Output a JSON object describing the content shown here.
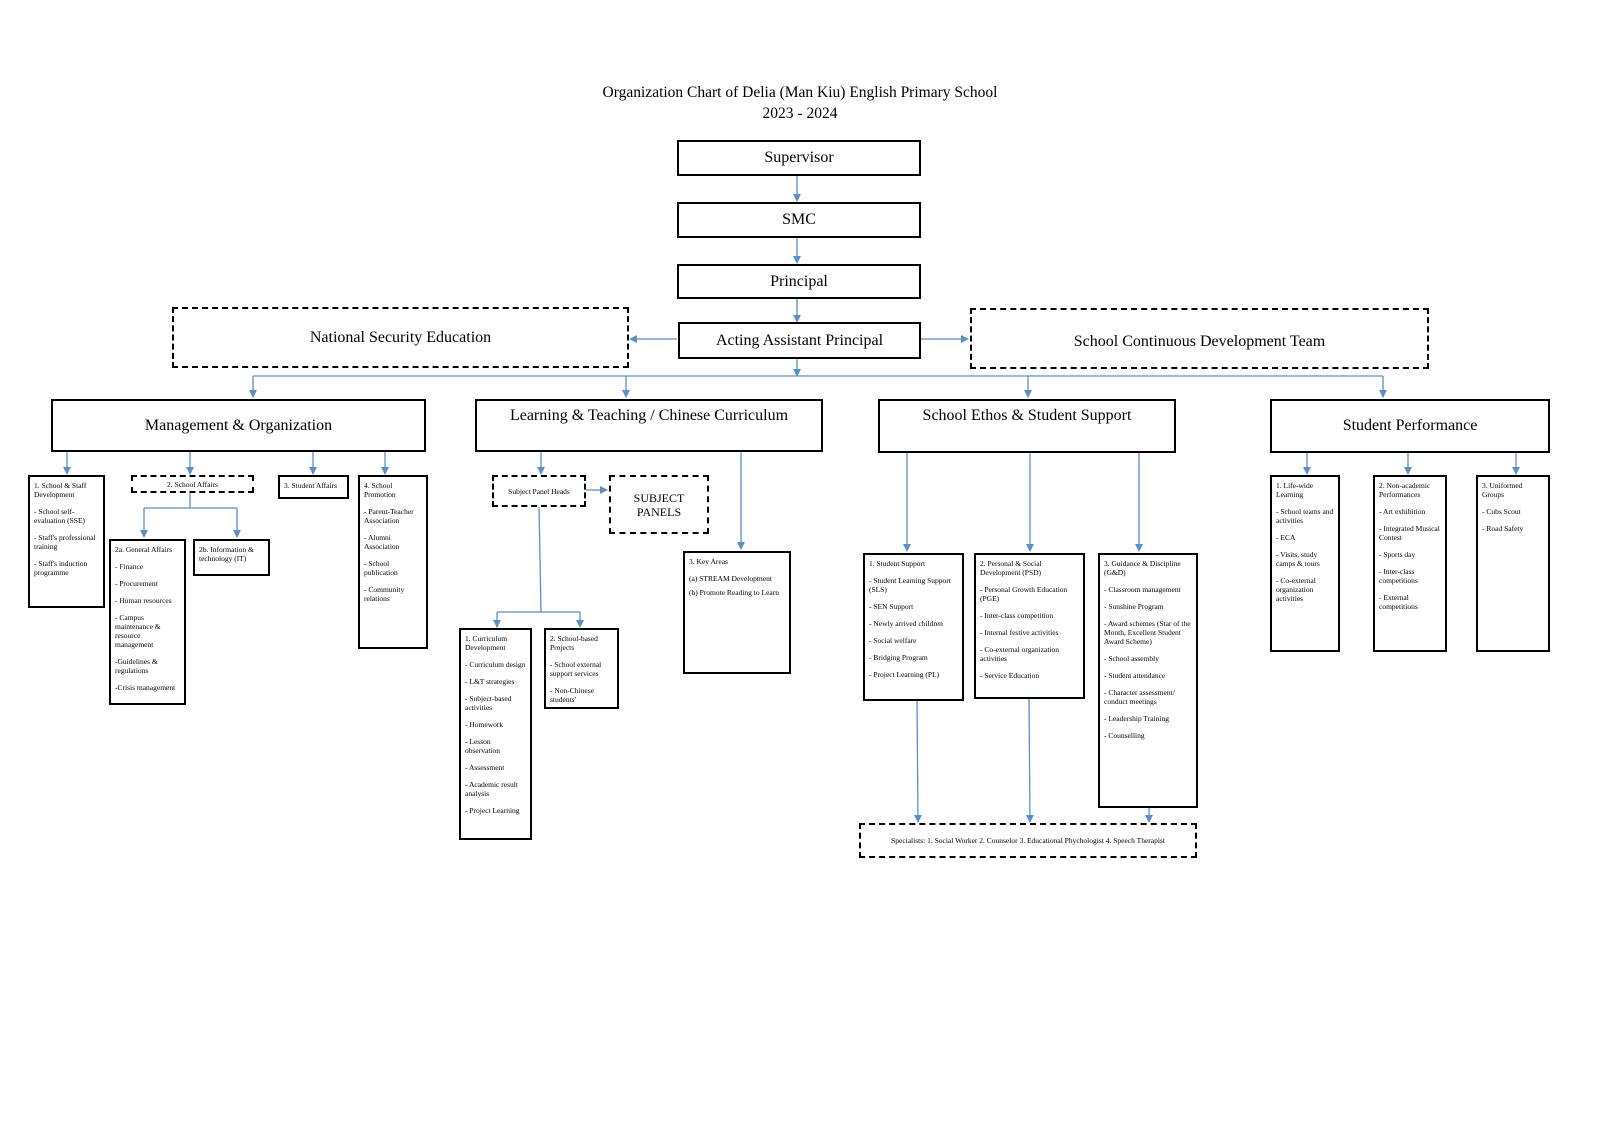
{
  "title": "Organization Chart of Delia (Man Kiu) English Primary School",
  "year": "2023 - 2024",
  "colors": {
    "connector": "#5b8fc7",
    "border": "#000000"
  },
  "top_chain": {
    "supervisor": "Supervisor",
    "smc": "SMC",
    "principal": "Principal",
    "acting_ap": "Acting Assistant Principal",
    "nse": "National Security Education",
    "scdt": "School Continuous Development Team"
  },
  "domains": {
    "mo": "Management & Organization",
    "lt": "Learning & Teaching / Chinese Curriculum",
    "es": "School Ethos & Student Support",
    "sp": "Student Performance"
  },
  "mo": {
    "ssd": {
      "head": "1. School & Staff Development",
      "items": [
        "- School self-evaluation (SSE)",
        "- Staff's professional training",
        "- Staff's induction programme"
      ]
    },
    "sa_head": "2. School Affairs",
    "ga": {
      "head": "2a. General Affairs",
      "items": [
        "- Finance",
        "- Procurement",
        "- Human resources",
        "- Campus maintenance & resource management",
        "-Guidelines & regulations",
        "-Crisis management"
      ]
    },
    "it_head": "2b. Information & technology (IT)",
    "stu_aff": "3. Student Affairs",
    "promo": {
      "head": "4. School Promotion",
      "items": [
        "- Parent-Teacher Association",
        "- Alumni Association",
        "- School publication",
        "- Community relations"
      ]
    }
  },
  "lt": {
    "sph": "Subject Panel Heads",
    "panels": "SUBJECT PANELS",
    "cd": {
      "head": "1. Curriculum Development",
      "items": [
        "- Curriculum design",
        "- L&T strategies",
        "- Subject-based activities",
        "- Homework",
        "- Lesson observation",
        "- Assessment",
        "- Academic result analysis",
        "- Project Learning"
      ]
    },
    "sbp": {
      "head": "2. School-based Projects",
      "items": [
        "- School external support services",
        "- Non-Chinese students'"
      ]
    },
    "ka": {
      "head": "3. Key Areas",
      "items": [
        "(a)  STREAM  Development",
        "(b)  Promote Reading to Learn"
      ]
    }
  },
  "es": {
    "ss": {
      "head": "1. Student Support",
      "items": [
        "- Student Learning Support (SLS)",
        "- SEN Support",
        "- Newly arrived children",
        "- Social welfare",
        "- Bridging Program",
        "- Project Learning (PL)"
      ]
    },
    "psd": {
      "head": "2. Personal & Social Development (PSD)",
      "items": [
        "- Personal Growth Education (PGE)",
        "- Inter-class competition",
        "- Internal festive activities",
        "- Co-external organization activities",
        "- Service Education"
      ]
    },
    "gd": {
      "head": "3.  Guidance & Discipline (G&D)",
      "items": [
        "- Classroom management",
        "- Sunshine Program",
        "- Award schemes (Star of the Month, Excellent Student Award Scheme)",
        "- School assembly",
        "- Student attendance",
        "- Character assessment/ conduct meetings",
        "- Leadership Training",
        "- Counselling"
      ]
    },
    "specialists": "Specialists: 1. Social Worker  2. Counselor  3. Educational  Phychologist  4. Speech Therapist"
  },
  "sp": {
    "lwl": {
      "head": "1. Life-wide Learning",
      "items": [
        "- School teams and activities",
        "- ECA",
        "- Visits, study camps & tours",
        "- Co-external organization activities"
      ]
    },
    "nap": {
      "head": "2. Non-academic Performances",
      "items": [
        "- Art exhibition",
        "- Integrated Musical Contest",
        "- Sports day",
        "- Inter-class competitions",
        "- External competitions"
      ]
    },
    "ug": {
      "head": "3. Uniformed Groups",
      "items": [
        "- Cubs Scout",
        "- Road Safety"
      ]
    }
  }
}
